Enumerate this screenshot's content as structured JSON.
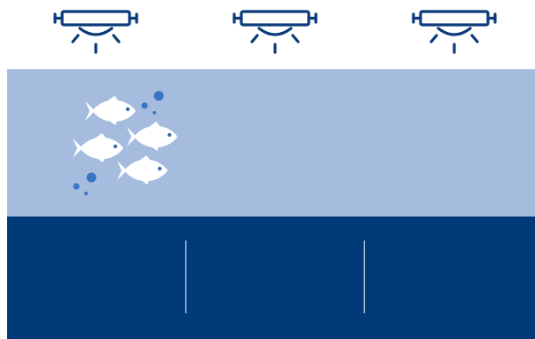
{
  "colors": {
    "lamp": "#0b3b7a",
    "water": "#a5bcdf",
    "tank_base": "#003a78",
    "fish": "#ffffff",
    "fish_eye": "#3a6fb0",
    "bubble": "#3a75c4",
    "divider": "#ffffff"
  },
  "icons": {
    "lamp": "fluorescent-tube-light-icon",
    "fish": "fish-icon",
    "bubble": "bubble-icon"
  },
  "lamps": [
    {
      "name": "lamp-left"
    },
    {
      "name": "lamp-center"
    },
    {
      "name": "lamp-right"
    }
  ],
  "fish_count": 4,
  "base_compartments": 3
}
